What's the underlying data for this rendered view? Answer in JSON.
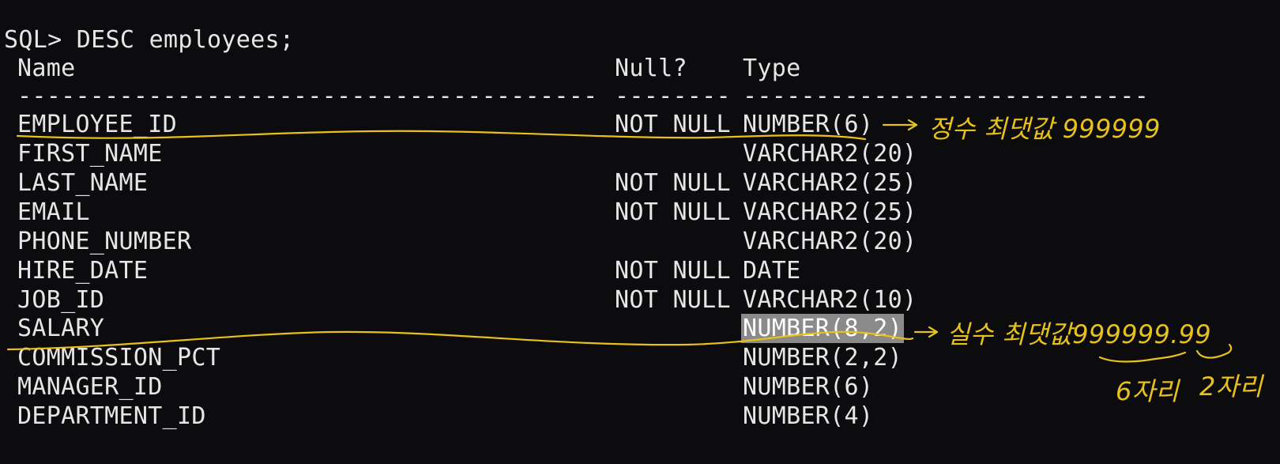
{
  "terminal": {
    "prompt": "SQL> DESC employees;",
    "headers": {
      "name": "Name",
      "null": "Null?",
      "type": "Type"
    },
    "separators": {
      "name": "----------------------------------------",
      "null": "--------",
      "type": "----------------------------"
    },
    "rows": [
      {
        "name": "EMPLOYEE_ID",
        "null": "NOT NULL",
        "type": "NUMBER(6)"
      },
      {
        "name": "FIRST_NAME",
        "null": "",
        "type": "VARCHAR2(20)"
      },
      {
        "name": "LAST_NAME",
        "null": "NOT NULL",
        "type": "VARCHAR2(25)"
      },
      {
        "name": "EMAIL",
        "null": "NOT NULL",
        "type": "VARCHAR2(25)"
      },
      {
        "name": "PHONE_NUMBER",
        "null": "",
        "type": "VARCHAR2(20)"
      },
      {
        "name": "HIRE_DATE",
        "null": "NOT NULL",
        "type": "DATE"
      },
      {
        "name": "JOB_ID",
        "null": "NOT NULL",
        "type": "VARCHAR2(10)"
      },
      {
        "name": "SALARY",
        "null": "",
        "type": "NUMBER(8,2)"
      },
      {
        "name": "COMMISSION_PCT",
        "null": "",
        "type": "NUMBER(2,2)"
      },
      {
        "name": "MANAGER_ID",
        "null": "",
        "type": "NUMBER(6)"
      },
      {
        "name": "DEPARTMENT_ID",
        "null": "",
        "type": "NUMBER(4)"
      }
    ]
  },
  "annotations": {
    "note1": "정수   최댓값  999999",
    "note2": "실수   최댓값999999.99",
    "note3": "6자리",
    "note4": "2자리"
  },
  "colors": {
    "background": "#0c0c0f",
    "text": "#e6e6e6",
    "annotation": "#e8c21a",
    "selection": "#8a8a8a"
  }
}
